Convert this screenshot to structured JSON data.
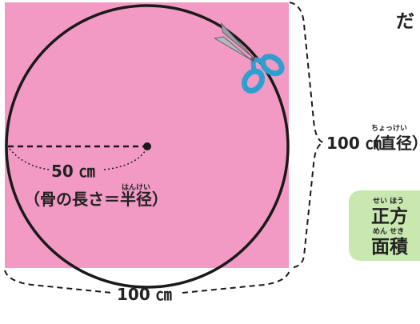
{
  "colors": {
    "square_fill": "#f29ac3",
    "circle_stroke": "#1a1a1a",
    "green_box": "#c9e8b0",
    "scissors_handle": "#2e9fd0",
    "scissors_blade": "#9aa0a6"
  },
  "labels": {
    "radius_value": "50 ㎝",
    "radius_note": "（骨の長さ＝半径）",
    "radius_ruby": "はんけい",
    "diameter_value": "100 ㎝",
    "diameter_note": "（直径）",
    "diameter_ruby": "ちょっけい",
    "bottom_value": "100 ㎝",
    "top_right_text": "だ",
    "green_line1": "正方",
    "green_line1_ruby": "せい  ほう",
    "green_line2": "面積",
    "green_line2_ruby": "めん  せき"
  },
  "icons": {
    "scissors": "scissors-icon",
    "center": "center-point-icon"
  }
}
